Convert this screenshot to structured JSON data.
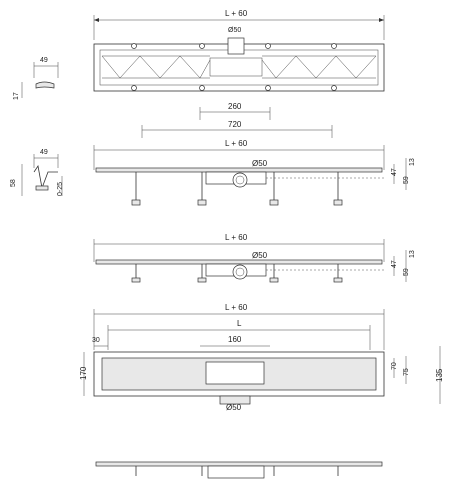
{
  "view1": {
    "total_width": "L + 60",
    "outlet_diameter": "Ø50"
  },
  "view1_side": {
    "width": "49",
    "height": "17"
  },
  "view2": {
    "dim_260": "260",
    "dim_720": "720",
    "total_width": "L + 60",
    "outlet_diameter": "Ø50",
    "dim_47": "47",
    "dim_59": "59",
    "dim_13": "13"
  },
  "view2_side": {
    "width": "49",
    "height": "58",
    "adjust": "0-25"
  },
  "view3": {
    "total_width": "L + 60",
    "outlet_diameter": "Ø50",
    "dim_47": "47",
    "dim_59": "59",
    "dim_13": "13"
  },
  "view4": {
    "total_width": "L + 60",
    "inner_length": "L",
    "dim_30": "30",
    "dim_160": "160",
    "dim_170": "170",
    "dim_70": "70",
    "dim_75": "75",
    "dim_135": "135",
    "outlet_diameter": "Ø50"
  }
}
